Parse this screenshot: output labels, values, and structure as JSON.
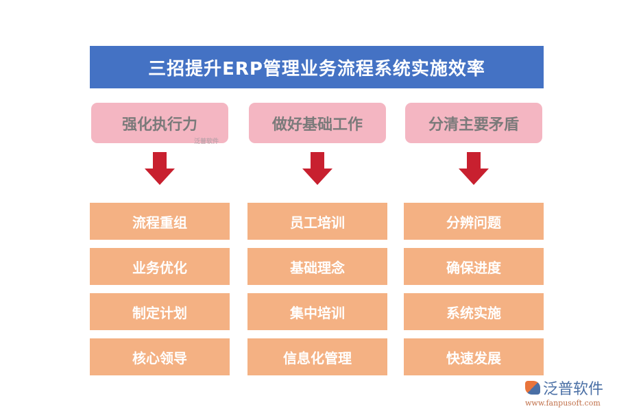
{
  "title": "三招提升ERP管理业务流程系统实施效率",
  "columns": [
    {
      "heading": "强化执行力",
      "items": [
        "流程重组",
        "业务优化",
        "制定计划",
        "核心领导"
      ]
    },
    {
      "heading": "做好基础工作",
      "items": [
        "员工培训",
        "基础理念",
        "集中培训",
        "信息化管理"
      ]
    },
    {
      "heading": "分清主要矛盾",
      "items": [
        "分辨问题",
        "确保进度",
        "系统实施",
        "快速发展"
      ]
    }
  ],
  "watermark": "泛普软件",
  "logo": {
    "name": "泛普软件",
    "url": "www.fanpusoft.com"
  },
  "colors": {
    "title_bg": "#4472C4",
    "heading_bg": "#F4B6C2",
    "arrow": "#C8202F",
    "item_bg": "#F4B183"
  }
}
